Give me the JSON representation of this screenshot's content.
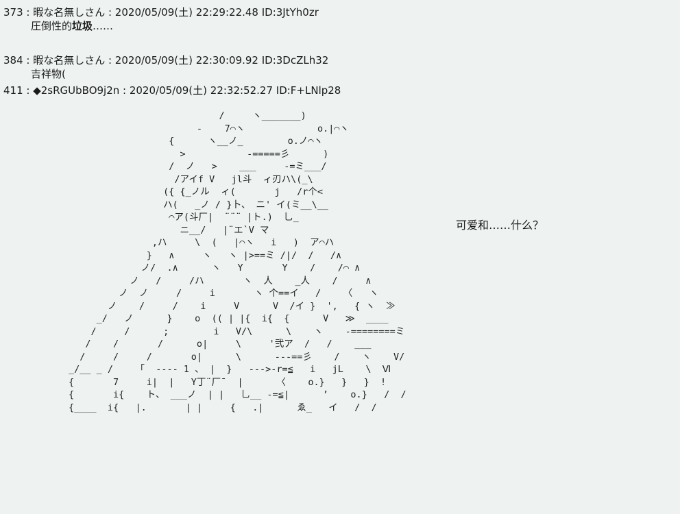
{
  "posts": [
    {
      "header": "373 : 暇な名無しさん : 2020/05/09(土) 22:29:22.48 ID:3JtYh0zr",
      "body_plain": "圧倒性的",
      "body_bold": "垃圾",
      "body_tail": "……"
    },
    {
      "header": "384 : 暇な名無しさん : 2020/05/09(土) 22:30:09.92 ID:3DcZLh32",
      "body": "吉祥物("
    },
    {
      "header": "411 : ◆2sRGUbBO9j2n : 2020/05/09(土) 22:32:52.27 ID:F+LNlp28"
    }
  ],
  "caption": "可爱和……什么？",
  "ascii_art": "                           /     ヽ_______)\n                       -    7⌒ヽ             o.|⌒ヽ\n                  {      ヽ__ノ_        o.ノ⌒ヽ\n                    >           -=====彡      )\n                  /  ノ   >    ___     -=ミ___/\n                   /アイf V   jl斗  ィ刃ハ\\(_\\\n                 ({ {_ノル  ィ(       j   /r个<\n                 ハ(   _ノ / }卜、 ニ' イ(ミ__\\__\n                  ⌒ア(斗厂|  ¨¨¨ |ト.)  乚_\n                    ニ__/   |¨エ`V マ\n               ,ハ     \\  (   |⌒ヽ   i   )  ア⌒ハ\n              }   ∧     ヽ   ヽ |>==ミ /|/  /   /∧\n             ノ/  .∧      ヽ   Y       Y    /    /⌒ ∧\n           ノ   /     /ハ       ヽ  人    _人    /     ∧\n         ノ  ノ     /     i       ヽ 个==イ   /    〈   ヽ\n       ノ    /     /    i     V      V  /イ }  ',   { ヽ  ≫\n     _/   ノ      }    o  (( | |{  i{  {      V   ≫  ____\n    /     /      ;        i   V/\\      \\    ヽ    -========ミ\n   /    /       /      o|     \\     '弐ア  /   /    ___\n  /     /     /       o|      \\      ---==彡    /    ヽ    V/\n_/__ _ /    「  ---- 1 、 |  }   --->-r=≦   i   jL    \\  Ⅵ\n{       7     i|  |   Y丁¨厂¯  |      〈    o.}   }   }  !\n{       i{    ト、 ___ノ  | |   乚__ -=≦|      ’    o.}   /  /\n{____  i{   |.       | |     {   .|      ゑ_   イ   /  /"
}
